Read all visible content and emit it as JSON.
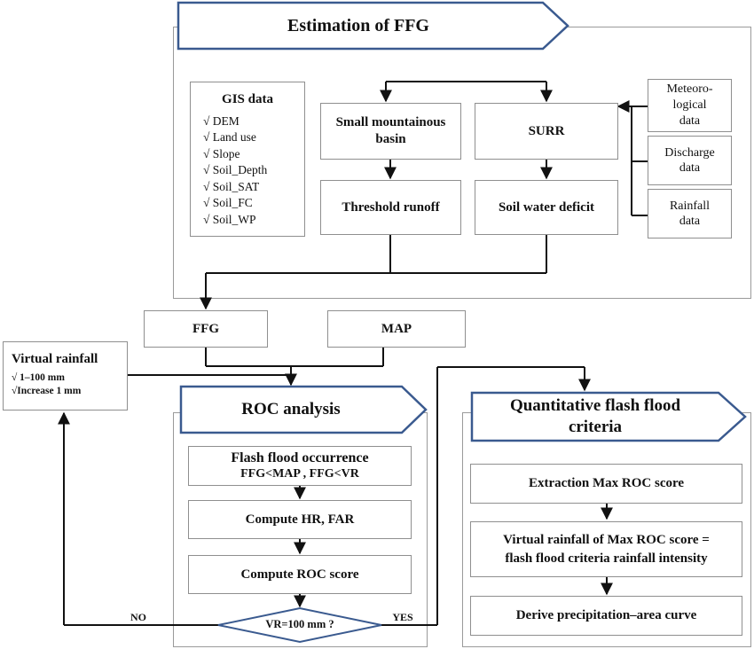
{
  "top": {
    "title": "Estimation of FFG",
    "gis": {
      "title": "GIS data",
      "items": [
        "√ DEM",
        "√ Land use",
        "√ Slope",
        "√ Soil_Depth",
        "√ Soil_SAT",
        "√ Soil_FC",
        "√ Soil_WP"
      ]
    },
    "small_basin": [
      "Small mountainous",
      "basin"
    ],
    "surr": "SURR",
    "threshold_runoff": "Threshold runoff",
    "soil_water_deficit": "Soil water deficit",
    "meteorological": [
      "Meteoro-",
      "logical",
      "data"
    ],
    "discharge": [
      "Discharge",
      "data"
    ],
    "rainfall": [
      "Rainfall",
      "data"
    ]
  },
  "ffg": "FFG",
  "map": "MAP",
  "virtual_rainfall": {
    "title": "Virtual rainfall",
    "items": [
      "√ 1–100 mm",
      "√Increase 1 mm"
    ]
  },
  "roc": {
    "title": "ROC analysis",
    "occurrence": [
      "Flash flood occurrence",
      "FFG<MAP , FFG<VR"
    ],
    "compute_hr_far": "Compute HR, FAR",
    "compute_roc": "Compute ROC score",
    "decision": "VR=100 mm ?",
    "no_label": "NO",
    "yes_label": "YES"
  },
  "criteria": {
    "title": [
      "Quantitative flash flood",
      "criteria"
    ],
    "extraction": "Extraction Max ROC score",
    "virtual_max": [
      "Virtual rainfall of Max ROC score =",
      "flash flood criteria rainfall intensity"
    ],
    "derive": "Derive precipitation–area curve"
  },
  "colors": {
    "banner_border": "#3a5a8f",
    "box_border": "#8f8f8f",
    "line": "#111111"
  }
}
